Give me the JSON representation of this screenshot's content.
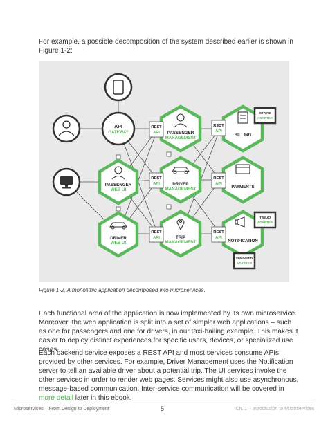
{
  "intro": "For example, a possible decomposition of the system described earlier is shown in Figure 1-2:",
  "figure": {
    "api_gateway": [
      "API",
      "GATEWAY"
    ],
    "rest_api": [
      "REST",
      "API"
    ],
    "services": {
      "passenger_management": [
        "PASSENGER",
        "MANAGEMENT"
      ],
      "driver_management": [
        "DRIVER",
        "MANAGEMENT"
      ],
      "trip_management": [
        "TRIP",
        "MANAGEMENT"
      ],
      "passenger_web_ui": [
        "PASSENGER",
        "WEB UI"
      ],
      "driver_web_ui": [
        "DRIVER",
        "WEB UI"
      ],
      "billing": "BILLING",
      "payments": "PAYMENTS",
      "notification": "NOTIFICATION"
    },
    "adapters": {
      "stripe": [
        "STRIPE",
        "ADAPTER"
      ],
      "twilio": [
        "TWILIO",
        "ADAPTER"
      ],
      "sendgrid": [
        "SENDGRID",
        "ADAPTER"
      ]
    },
    "colors": {
      "accent": "#5cb85c",
      "dark": "#333333",
      "background": "#e9e9e9"
    }
  },
  "caption": "Figure 1-2. A monolithic application decomposed into microservices.",
  "paragraph1": "Each functional area of the application is now implemented by its own microservice. Moreover, the web application is split into a set of simpler web applications – such as one for passengers and one for drivers, in our taxi-hailing example. This makes it easier to deploy distinct experiences for specific users, devices, or specialized use cases.",
  "paragraph2": {
    "before": "Each backend service exposes a REST API and most services consume APIs provided by other services. For example, Driver Management uses the Notification server to tell an available driver about a potential trip. The UI services invoke the other services in order to render web pages. Services might also use asynchronous, message-based communication. Inter-service communication will be covered in ",
    "link": "more detail",
    "after": " later in this ebook."
  },
  "footer": {
    "left": "Microservices – From Design to Deployment",
    "page": "5",
    "right": "Ch. 1 – Introduction to Microservices"
  }
}
